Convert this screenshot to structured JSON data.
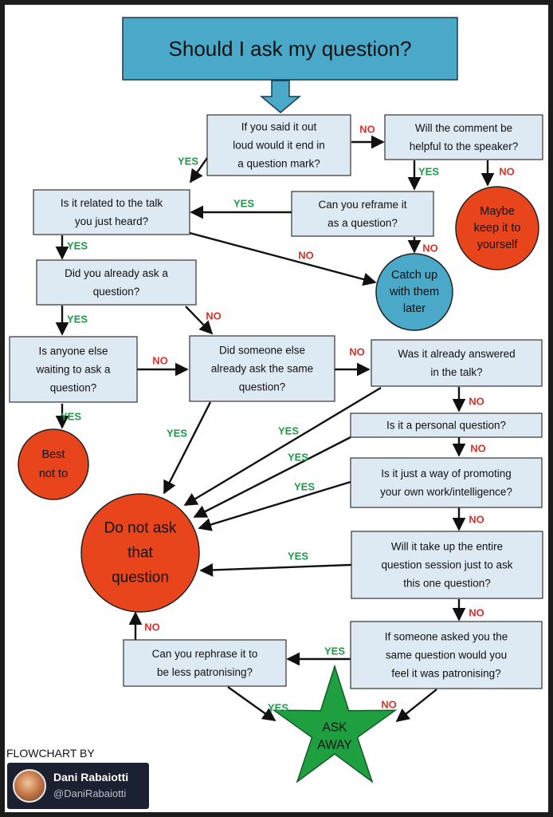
{
  "title": "Should I ask my question?",
  "nodes": [
    {
      "id": "said_out_loud",
      "lines": [
        "If you said it out",
        "loud would it end in",
        "a question mark?"
      ]
    },
    {
      "id": "helpful",
      "lines": [
        "Will the comment be",
        "helpful to the speaker?"
      ]
    },
    {
      "id": "reframe",
      "lines": [
        "Can you reframe it",
        "as a question?"
      ]
    },
    {
      "id": "related",
      "lines": [
        "Is it related to the talk",
        "you just heard?"
      ]
    },
    {
      "id": "keep_to_self",
      "lines": [
        "Maybe",
        "keep it to",
        "yourself"
      ]
    },
    {
      "id": "catch_up",
      "lines": [
        "Catch up",
        "with them",
        "later"
      ]
    },
    {
      "id": "already_asked",
      "lines": [
        "Did you already ask a",
        "question?"
      ]
    },
    {
      "id": "anyone_waiting",
      "lines": [
        "Is anyone else",
        "waiting to ask a",
        "question?"
      ]
    },
    {
      "id": "someone_else",
      "lines": [
        "Did someone else",
        "already ask the same",
        "question?"
      ]
    },
    {
      "id": "answered",
      "lines": [
        "Was it already answered",
        "in the talk?"
      ]
    },
    {
      "id": "best_not",
      "lines": [
        "Best",
        "not to"
      ]
    },
    {
      "id": "personal",
      "lines": [
        "Is it a personal question?"
      ]
    },
    {
      "id": "promoting",
      "lines": [
        "Is it just a way of promoting",
        "your own work/intelligence?"
      ]
    },
    {
      "id": "do_not_ask",
      "lines": [
        "Do not ask",
        "that",
        "question"
      ]
    },
    {
      "id": "take_up",
      "lines": [
        "Will it take up the entire",
        "question session just to ask",
        "this one question?"
      ]
    },
    {
      "id": "patronising",
      "lines": [
        "If someone asked you the",
        "same question would you",
        "feel it was patronising?"
      ]
    },
    {
      "id": "rephrase",
      "lines": [
        "Can you rephrase it to",
        "be less patronising?"
      ]
    },
    {
      "id": "ask_away",
      "lines": [
        "ASK",
        "AWAY"
      ]
    }
  ],
  "edges": [
    {
      "from": "title",
      "to": "said_out_loud",
      "label": ""
    },
    {
      "from": "said_out_loud",
      "to": "helpful",
      "label": "NO"
    },
    {
      "from": "said_out_loud",
      "to": "related",
      "label": "YES"
    },
    {
      "from": "helpful",
      "to": "reframe",
      "label": "YES"
    },
    {
      "from": "helpful",
      "to": "keep_to_self",
      "label": "NO"
    },
    {
      "from": "reframe",
      "to": "related",
      "label": "YES"
    },
    {
      "from": "reframe",
      "to": "catch_up",
      "label": "NO"
    },
    {
      "from": "related",
      "to": "catch_up",
      "label": "NO"
    },
    {
      "from": "related",
      "to": "already_asked",
      "label": "YES"
    },
    {
      "from": "already_asked",
      "to": "anyone_waiting",
      "label": "YES"
    },
    {
      "from": "already_asked",
      "to": "someone_else",
      "label": "NO"
    },
    {
      "from": "anyone_waiting",
      "to": "someone_else",
      "label": "NO"
    },
    {
      "from": "anyone_waiting",
      "to": "best_not",
      "label": "YES"
    },
    {
      "from": "someone_else",
      "to": "answered",
      "label": "NO"
    },
    {
      "from": "someone_else",
      "to": "do_not_ask",
      "label": "YES"
    },
    {
      "from": "answered",
      "to": "personal",
      "label": "NO"
    },
    {
      "from": "answered",
      "to": "do_not_ask",
      "label": "YES"
    },
    {
      "from": "personal",
      "to": "promoting",
      "label": "NO"
    },
    {
      "from": "personal",
      "to": "do_not_ask",
      "label": "YES"
    },
    {
      "from": "promoting",
      "to": "take_up",
      "label": "NO"
    },
    {
      "from": "promoting",
      "to": "do_not_ask",
      "label": "YES"
    },
    {
      "from": "take_up",
      "to": "patronising",
      "label": "NO"
    },
    {
      "from": "take_up",
      "to": "do_not_ask",
      "label": "YES"
    },
    {
      "from": "patronising",
      "to": "rephrase",
      "label": "YES"
    },
    {
      "from": "patronising",
      "to": "ask_away",
      "label": "NO"
    },
    {
      "from": "rephrase",
      "to": "do_not_ask",
      "label": "NO"
    },
    {
      "from": "rephrase",
      "to": "ask_away",
      "label": "YES"
    }
  ],
  "credit": {
    "label": "FLOWCHART BY",
    "name": "Dani Rabaiotti",
    "handle": "@DaniRabaiotti"
  },
  "colors": {
    "title_fill": "#4aa8c8",
    "box_fill": "#dde9f3",
    "stop_fill": "#e8451c",
    "catch_fill": "#4aa8c8",
    "go_fill": "#1fa040",
    "yes": "#1f9a4a",
    "no": "#d8322c",
    "line": "#111111"
  }
}
